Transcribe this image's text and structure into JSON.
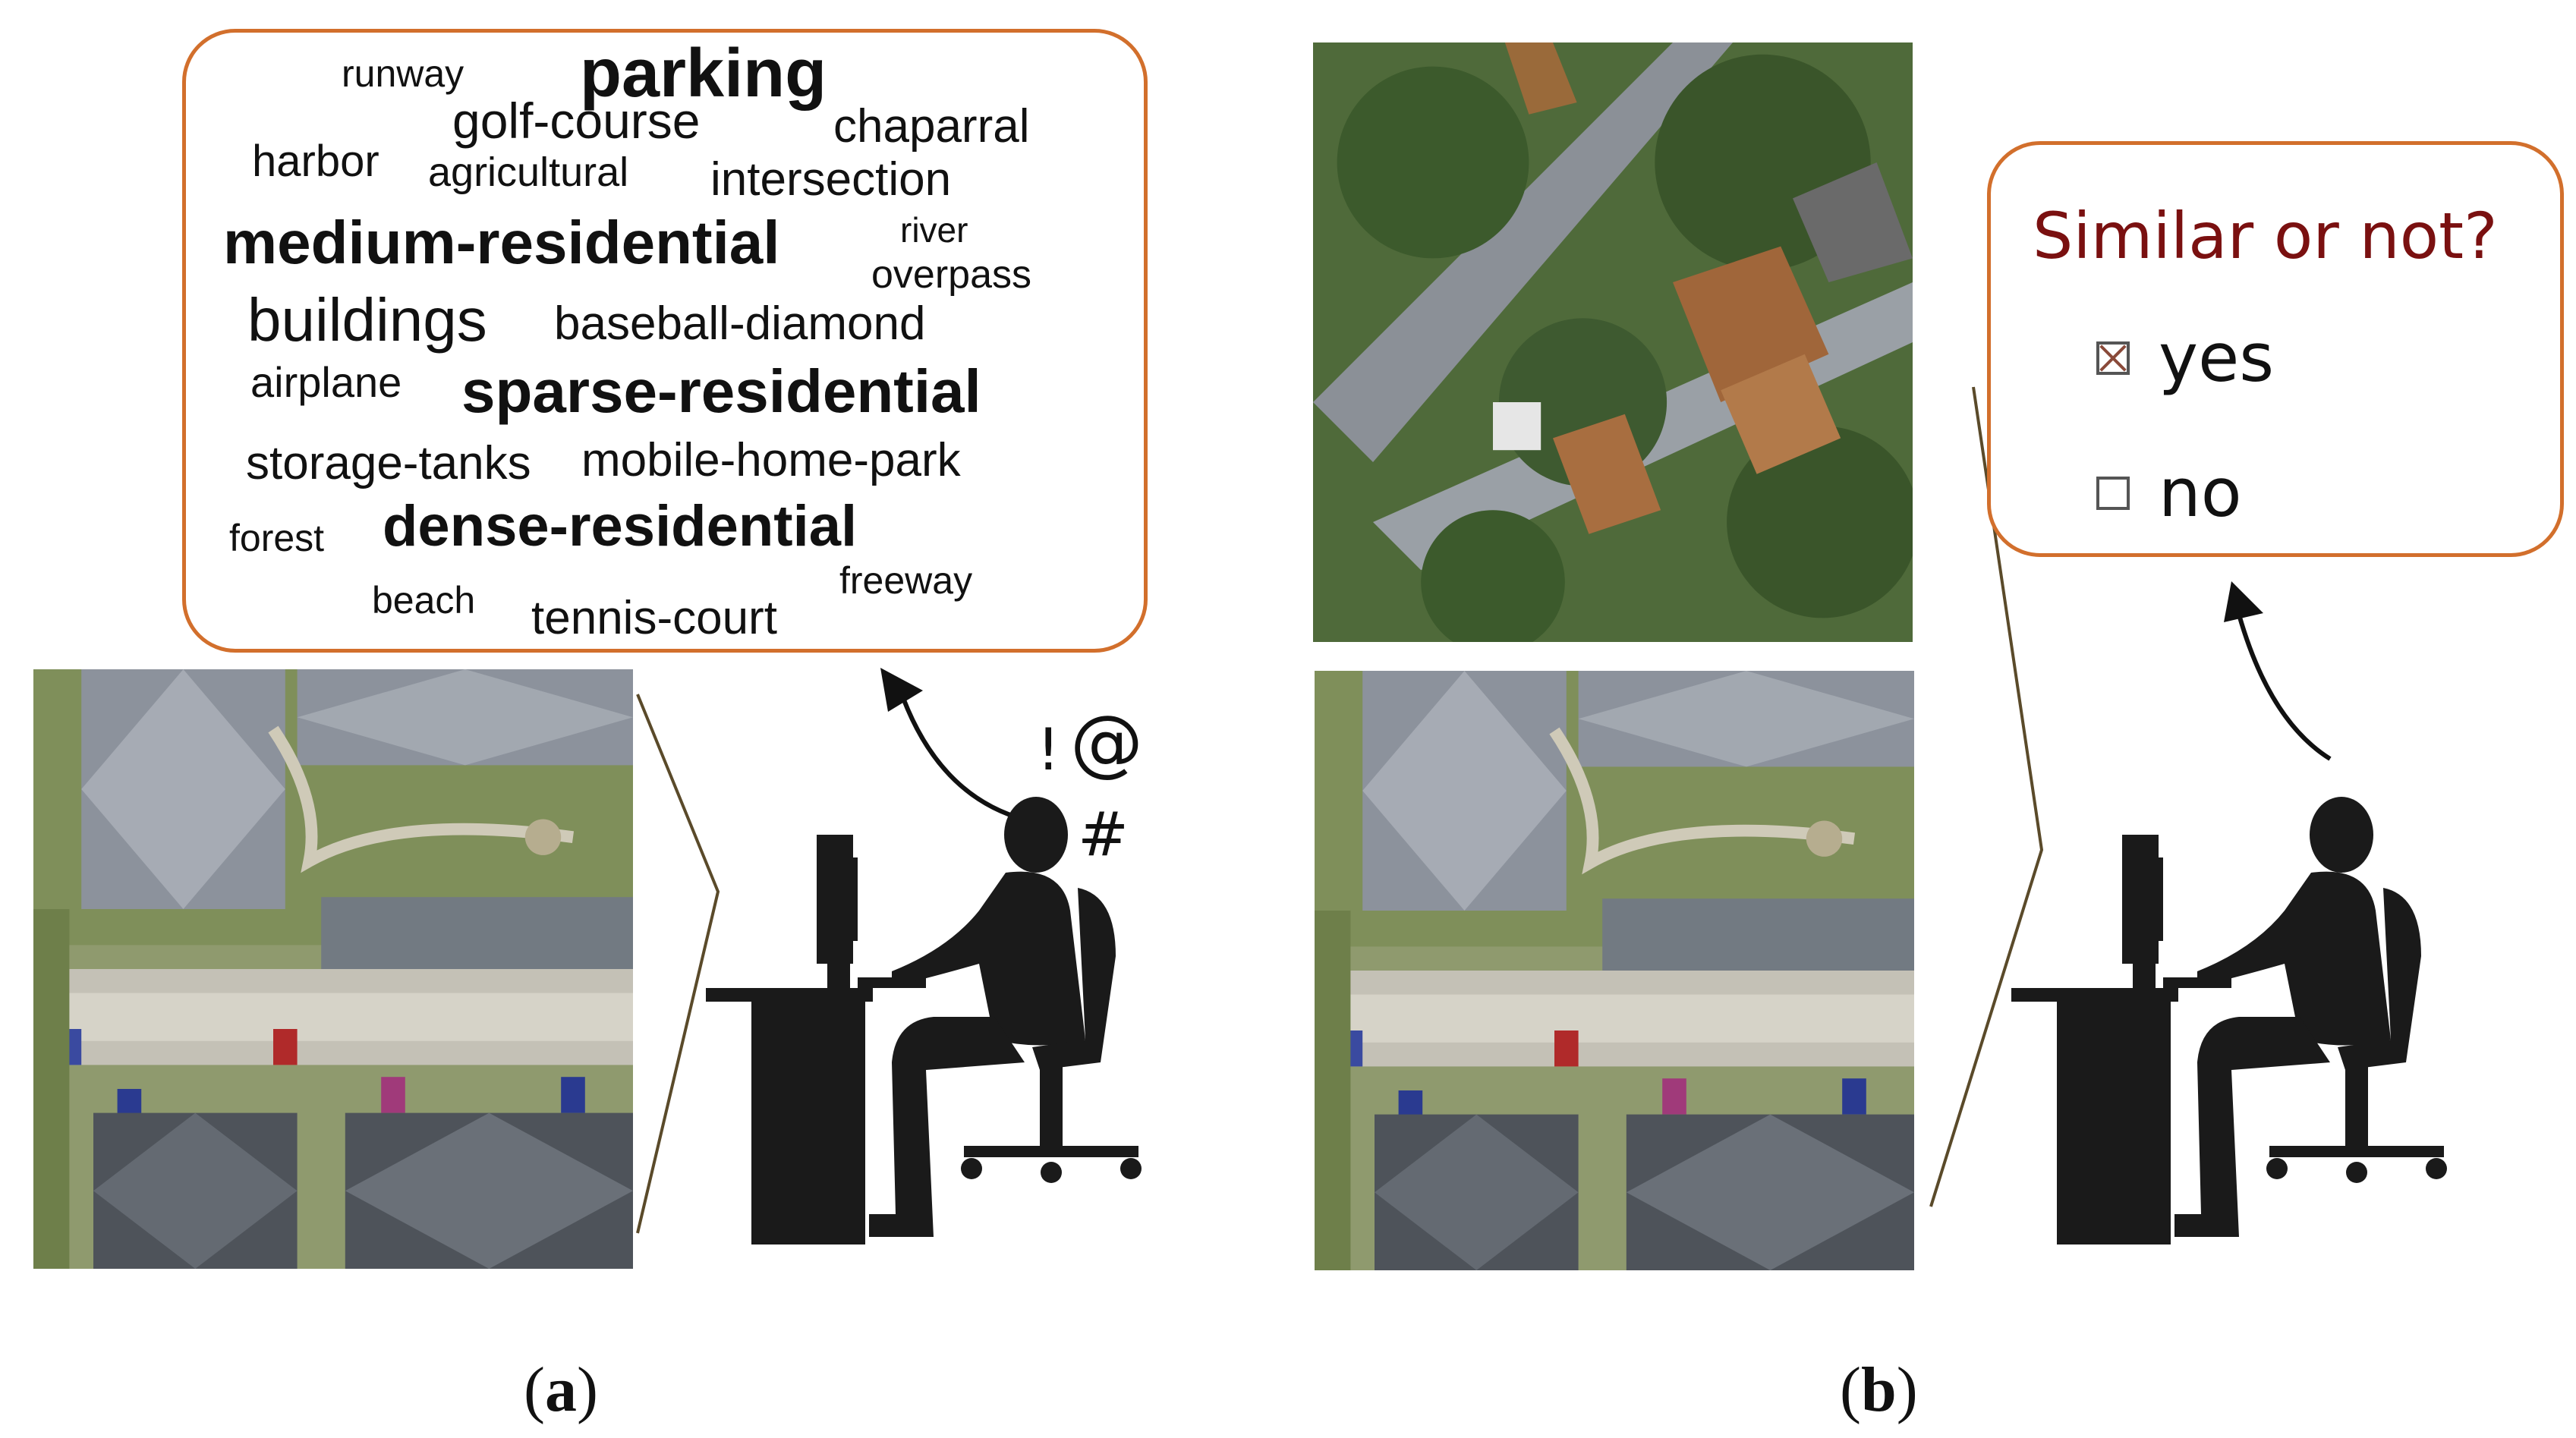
{
  "panel_a": {
    "label": "a",
    "tags": [
      {
        "text": "runway",
        "weight": "normal",
        "size": 50
      },
      {
        "text": "parking",
        "weight": "bold",
        "size": 90
      },
      {
        "text": "golf-course",
        "weight": "normal",
        "size": 66
      },
      {
        "text": "chaparral",
        "weight": "normal",
        "size": 62
      },
      {
        "text": "harbor",
        "weight": "normal",
        "size": 58
      },
      {
        "text": "agricultural",
        "weight": "normal",
        "size": 54
      },
      {
        "text": "intersection",
        "weight": "normal",
        "size": 62
      },
      {
        "text": "river",
        "weight": "normal",
        "size": 46
      },
      {
        "text": "medium-residential",
        "weight": "bold",
        "size": 80
      },
      {
        "text": "overpass",
        "weight": "normal",
        "size": 52
      },
      {
        "text": "buildings",
        "weight": "normal",
        "size": 80
      },
      {
        "text": "baseball-diamond",
        "weight": "normal",
        "size": 62
      },
      {
        "text": "airplane",
        "weight": "normal",
        "size": 56
      },
      {
        "text": "sparse-residential",
        "weight": "bold",
        "size": 80
      },
      {
        "text": "storage-tanks",
        "weight": "normal",
        "size": 62
      },
      {
        "text": "mobile-home-park",
        "weight": "normal",
        "size": 62
      },
      {
        "text": "forest",
        "weight": "normal",
        "size": 50
      },
      {
        "text": "dense-residential",
        "weight": "bold",
        "size": 76
      },
      {
        "text": "freeway",
        "weight": "normal",
        "size": 50
      },
      {
        "text": "beach",
        "weight": "normal",
        "size": 50
      },
      {
        "text": "tennis-court",
        "weight": "normal",
        "size": 62
      }
    ],
    "symbols": [
      "!",
      "@",
      "#"
    ]
  },
  "panel_b": {
    "label": "b",
    "question": "Similar or not?",
    "options": [
      {
        "label": "yes",
        "checked": true
      },
      {
        "label": "no",
        "checked": false
      }
    ]
  },
  "colors": {
    "bubble_border": "#d26f2c",
    "question_text": "#7a1010",
    "silhouette": "#1a1a1a"
  },
  "icons": [
    "user-at-computer-silhouette-icon",
    "speech-arrow-icon",
    "checkbox-checked-icon",
    "checkbox-empty-icon"
  ]
}
